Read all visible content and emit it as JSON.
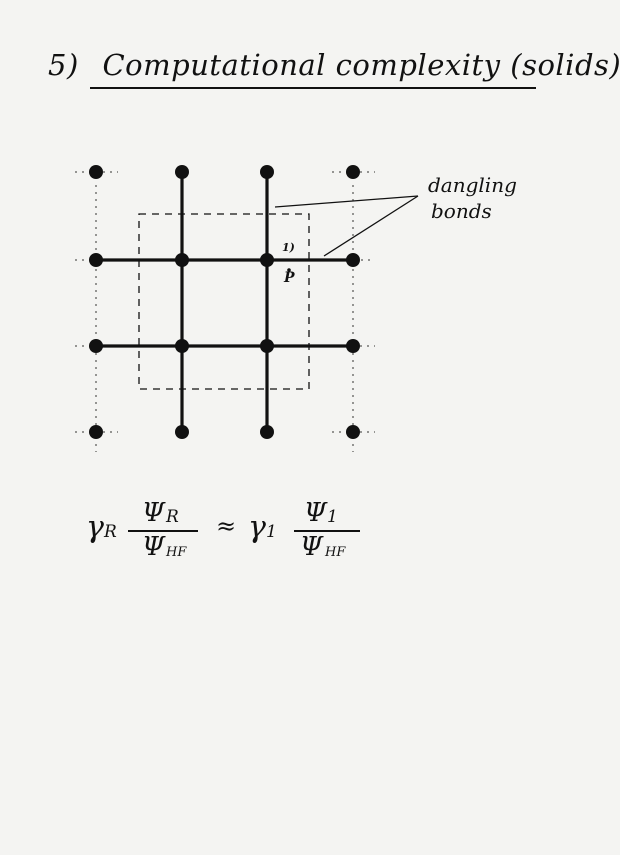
{
  "title": {
    "number": "5)",
    "text": "Computational complexity (solids)"
  },
  "annotation": {
    "line1": "dangling",
    "line2": "bonds"
  },
  "center_label": {
    "index": "1)",
    "letter": "P"
  },
  "formula": {
    "gamma": "γ",
    "sub_R": "R",
    "sub_1": "1",
    "psi": "Ψ",
    "sub_HF": "HF",
    "approx": "≈"
  }
}
